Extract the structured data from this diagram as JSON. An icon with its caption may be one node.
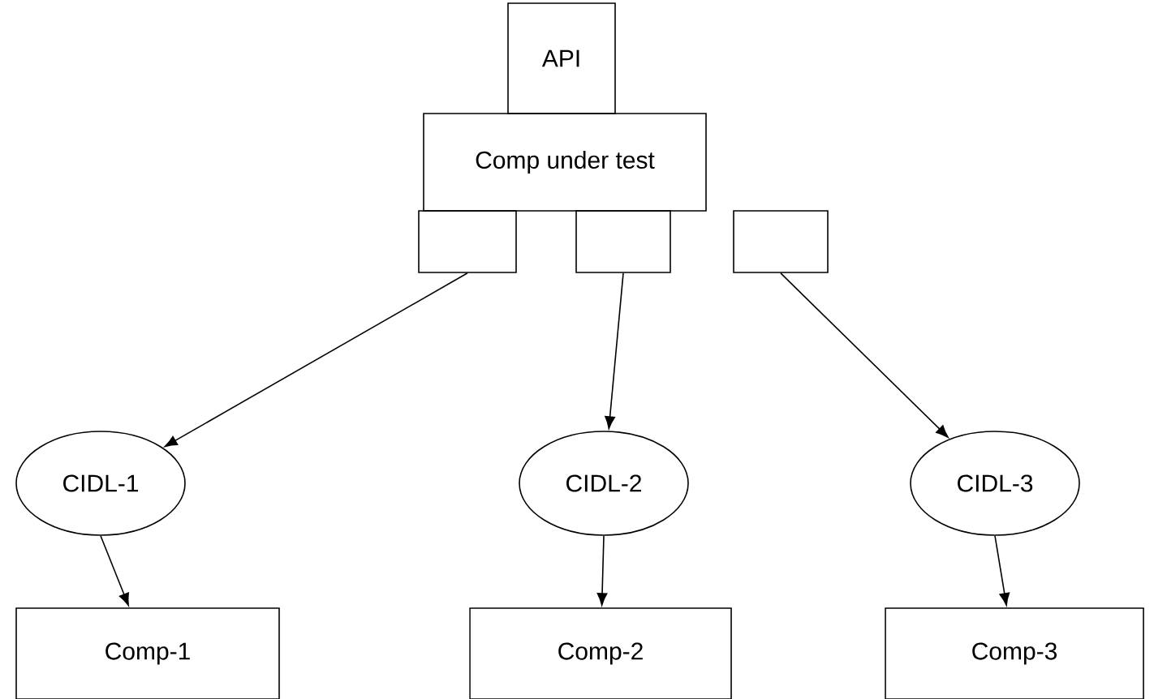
{
  "diagram": {
    "nodes": [
      {
        "text": [
          "API"
        ]
      },
      {
        "text": [
          "Comp under test"
        ]
      },
      {
        "text": [],
        "shape": "box"
      },
      {
        "text": [],
        "shape": "box"
      },
      {
        "text": [],
        "shape": "box"
      },
      {
        "text": [
          "CIDL-1"
        ]
      },
      {
        "text": [
          "CIDL-2"
        ]
      },
      {
        "text": [
          "CIDL-3"
        ]
      },
      {
        "text": [
          "Comp-1"
        ]
      },
      {
        "text": [
          "Comp-2"
        ]
      },
      {
        "text": [
          "Comp-3"
        ]
      }
    ],
    "edges": [
      {
        "from": 2,
        "to": 5,
        "arrow": "to"
      },
      {
        "from": 3,
        "to": 6,
        "arrow": "to"
      },
      {
        "from": 4,
        "to": 7,
        "arrow": "to"
      },
      {
        "from": 5,
        "to": 8,
        "arrow": "to"
      },
      {
        "from": 6,
        "to": 9,
        "arrow": "to"
      },
      {
        "from": 7,
        "to": 10,
        "arrow": "to"
      }
    ]
  }
}
